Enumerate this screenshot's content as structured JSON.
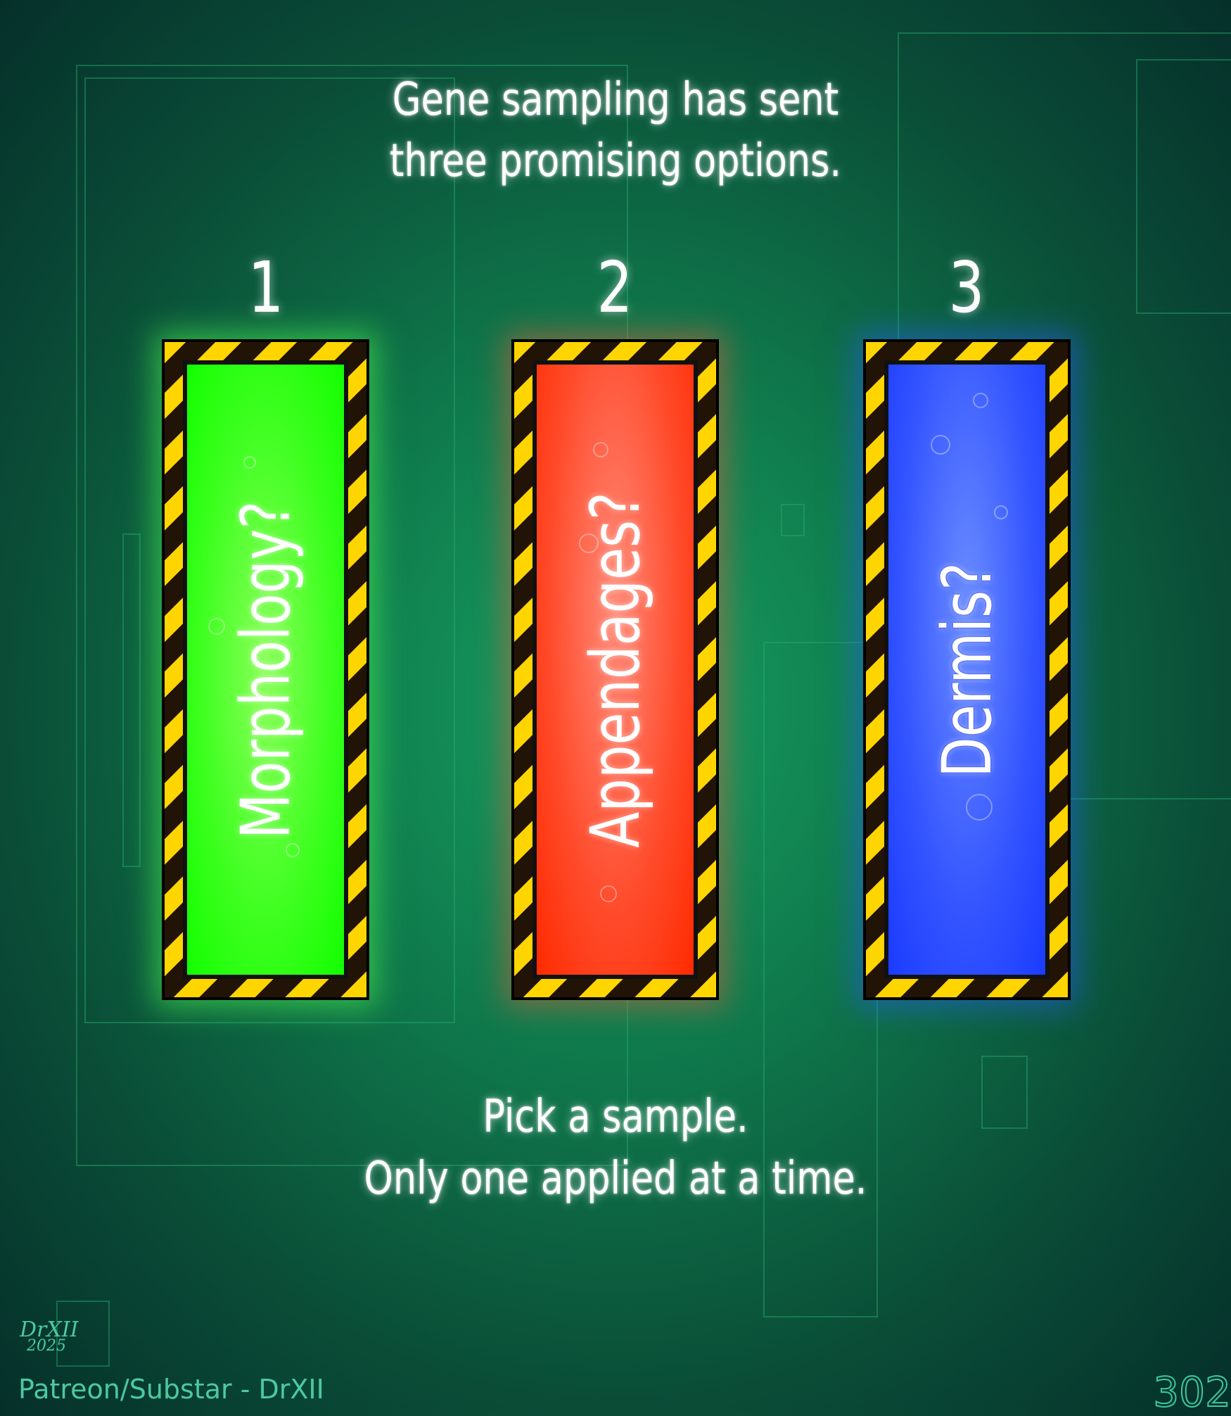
{
  "heading": {
    "line1": "Gene sampling has sent",
    "line2": "three promising options."
  },
  "options": [
    {
      "number": "1",
      "label": "Morphology?",
      "color": "#3cff1e"
    },
    {
      "number": "2",
      "label": "Appendages?",
      "color": "#ff4a2a"
    },
    {
      "number": "3",
      "label": "Dermis?",
      "color": "#3354ff"
    }
  ],
  "instructions": {
    "line1": "Pick a sample.",
    "line2": "Only one applied at a time."
  },
  "signature": {
    "name": "DrXII",
    "year": "2025"
  },
  "credit": "Patreon/Substar - DrXII",
  "page_number": "302"
}
